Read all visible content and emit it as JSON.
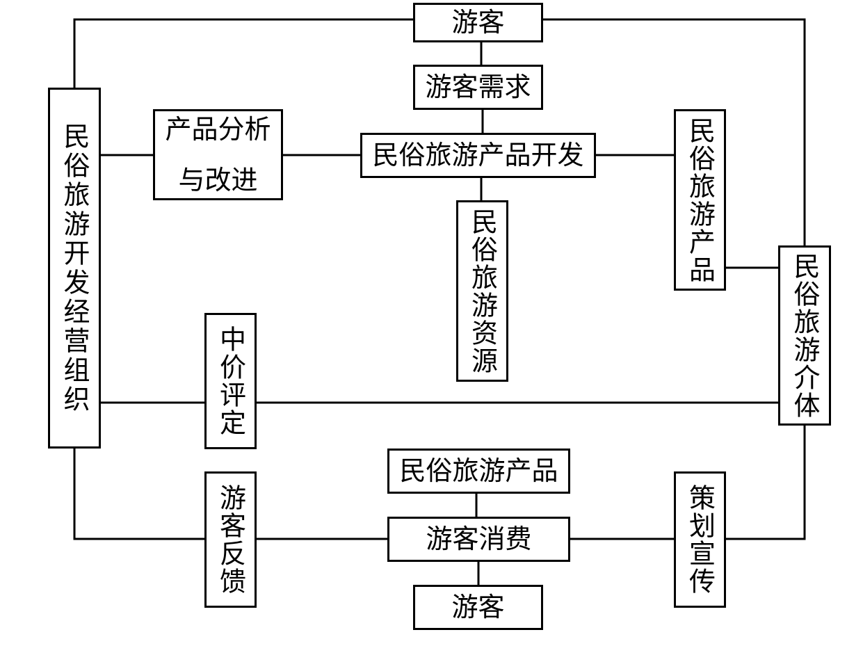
{
  "nodes": {
    "tourist_top": "游客",
    "tourist_demand": "游客需求",
    "product_dev": "民俗旅游产品开发",
    "product_analysis": "产品分析与改进",
    "product_right": "民俗旅游产品",
    "resources": "民俗旅游资源",
    "org": "民俗旅游开发经营组织",
    "medium": "民俗旅游介体",
    "evaluation": "中价评定",
    "product_bottom": "民俗旅游产品",
    "consumption": "游客消费",
    "feedback": "游客反馈",
    "promotion": "策划宣传",
    "tourist_bottom": "游客"
  }
}
